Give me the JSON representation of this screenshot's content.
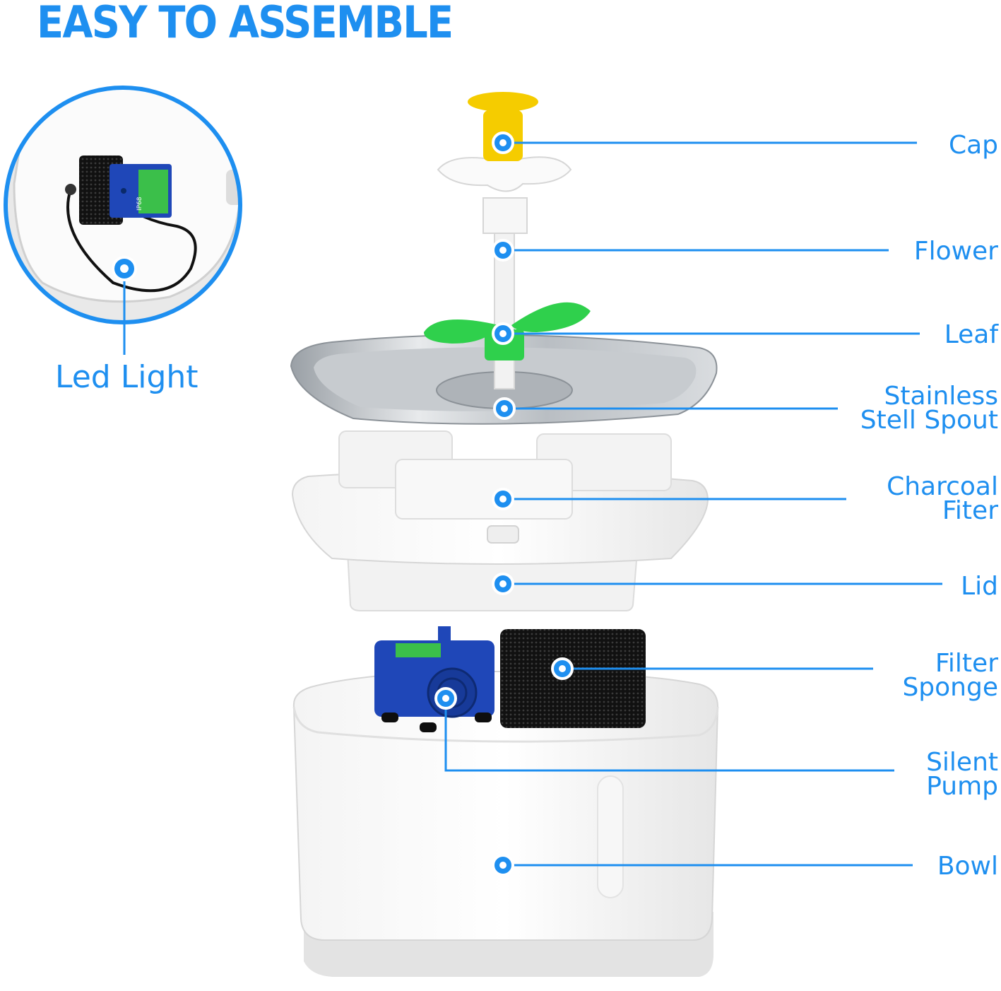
{
  "title": "EASY TO ASSEMBLE",
  "inset": {
    "label": "Led Light",
    "pump_text": "IP68"
  },
  "parts": [
    {
      "id": "cap",
      "lines": [
        "Cap"
      ]
    },
    {
      "id": "flower",
      "lines": [
        "Flower"
      ]
    },
    {
      "id": "leaf",
      "lines": [
        "Leaf"
      ]
    },
    {
      "id": "spout",
      "lines": [
        "Stainless",
        "Stell Spout"
      ]
    },
    {
      "id": "filter",
      "lines": [
        "Charcoal",
        "Fiter"
      ]
    },
    {
      "id": "lid",
      "lines": [
        "Lid"
      ]
    },
    {
      "id": "sponge",
      "lines": [
        "Filter",
        "Sponge"
      ]
    },
    {
      "id": "pump",
      "lines": [
        "Silent",
        "Pump"
      ]
    },
    {
      "id": "bowl",
      "lines": [
        "Bowl"
      ]
    }
  ],
  "colors": {
    "accent": "#1e8ff0",
    "leaf": "#2fd04c",
    "cap": "#f5cc00",
    "pump": "#1f47b8",
    "sponge": "#1c1c1c"
  }
}
